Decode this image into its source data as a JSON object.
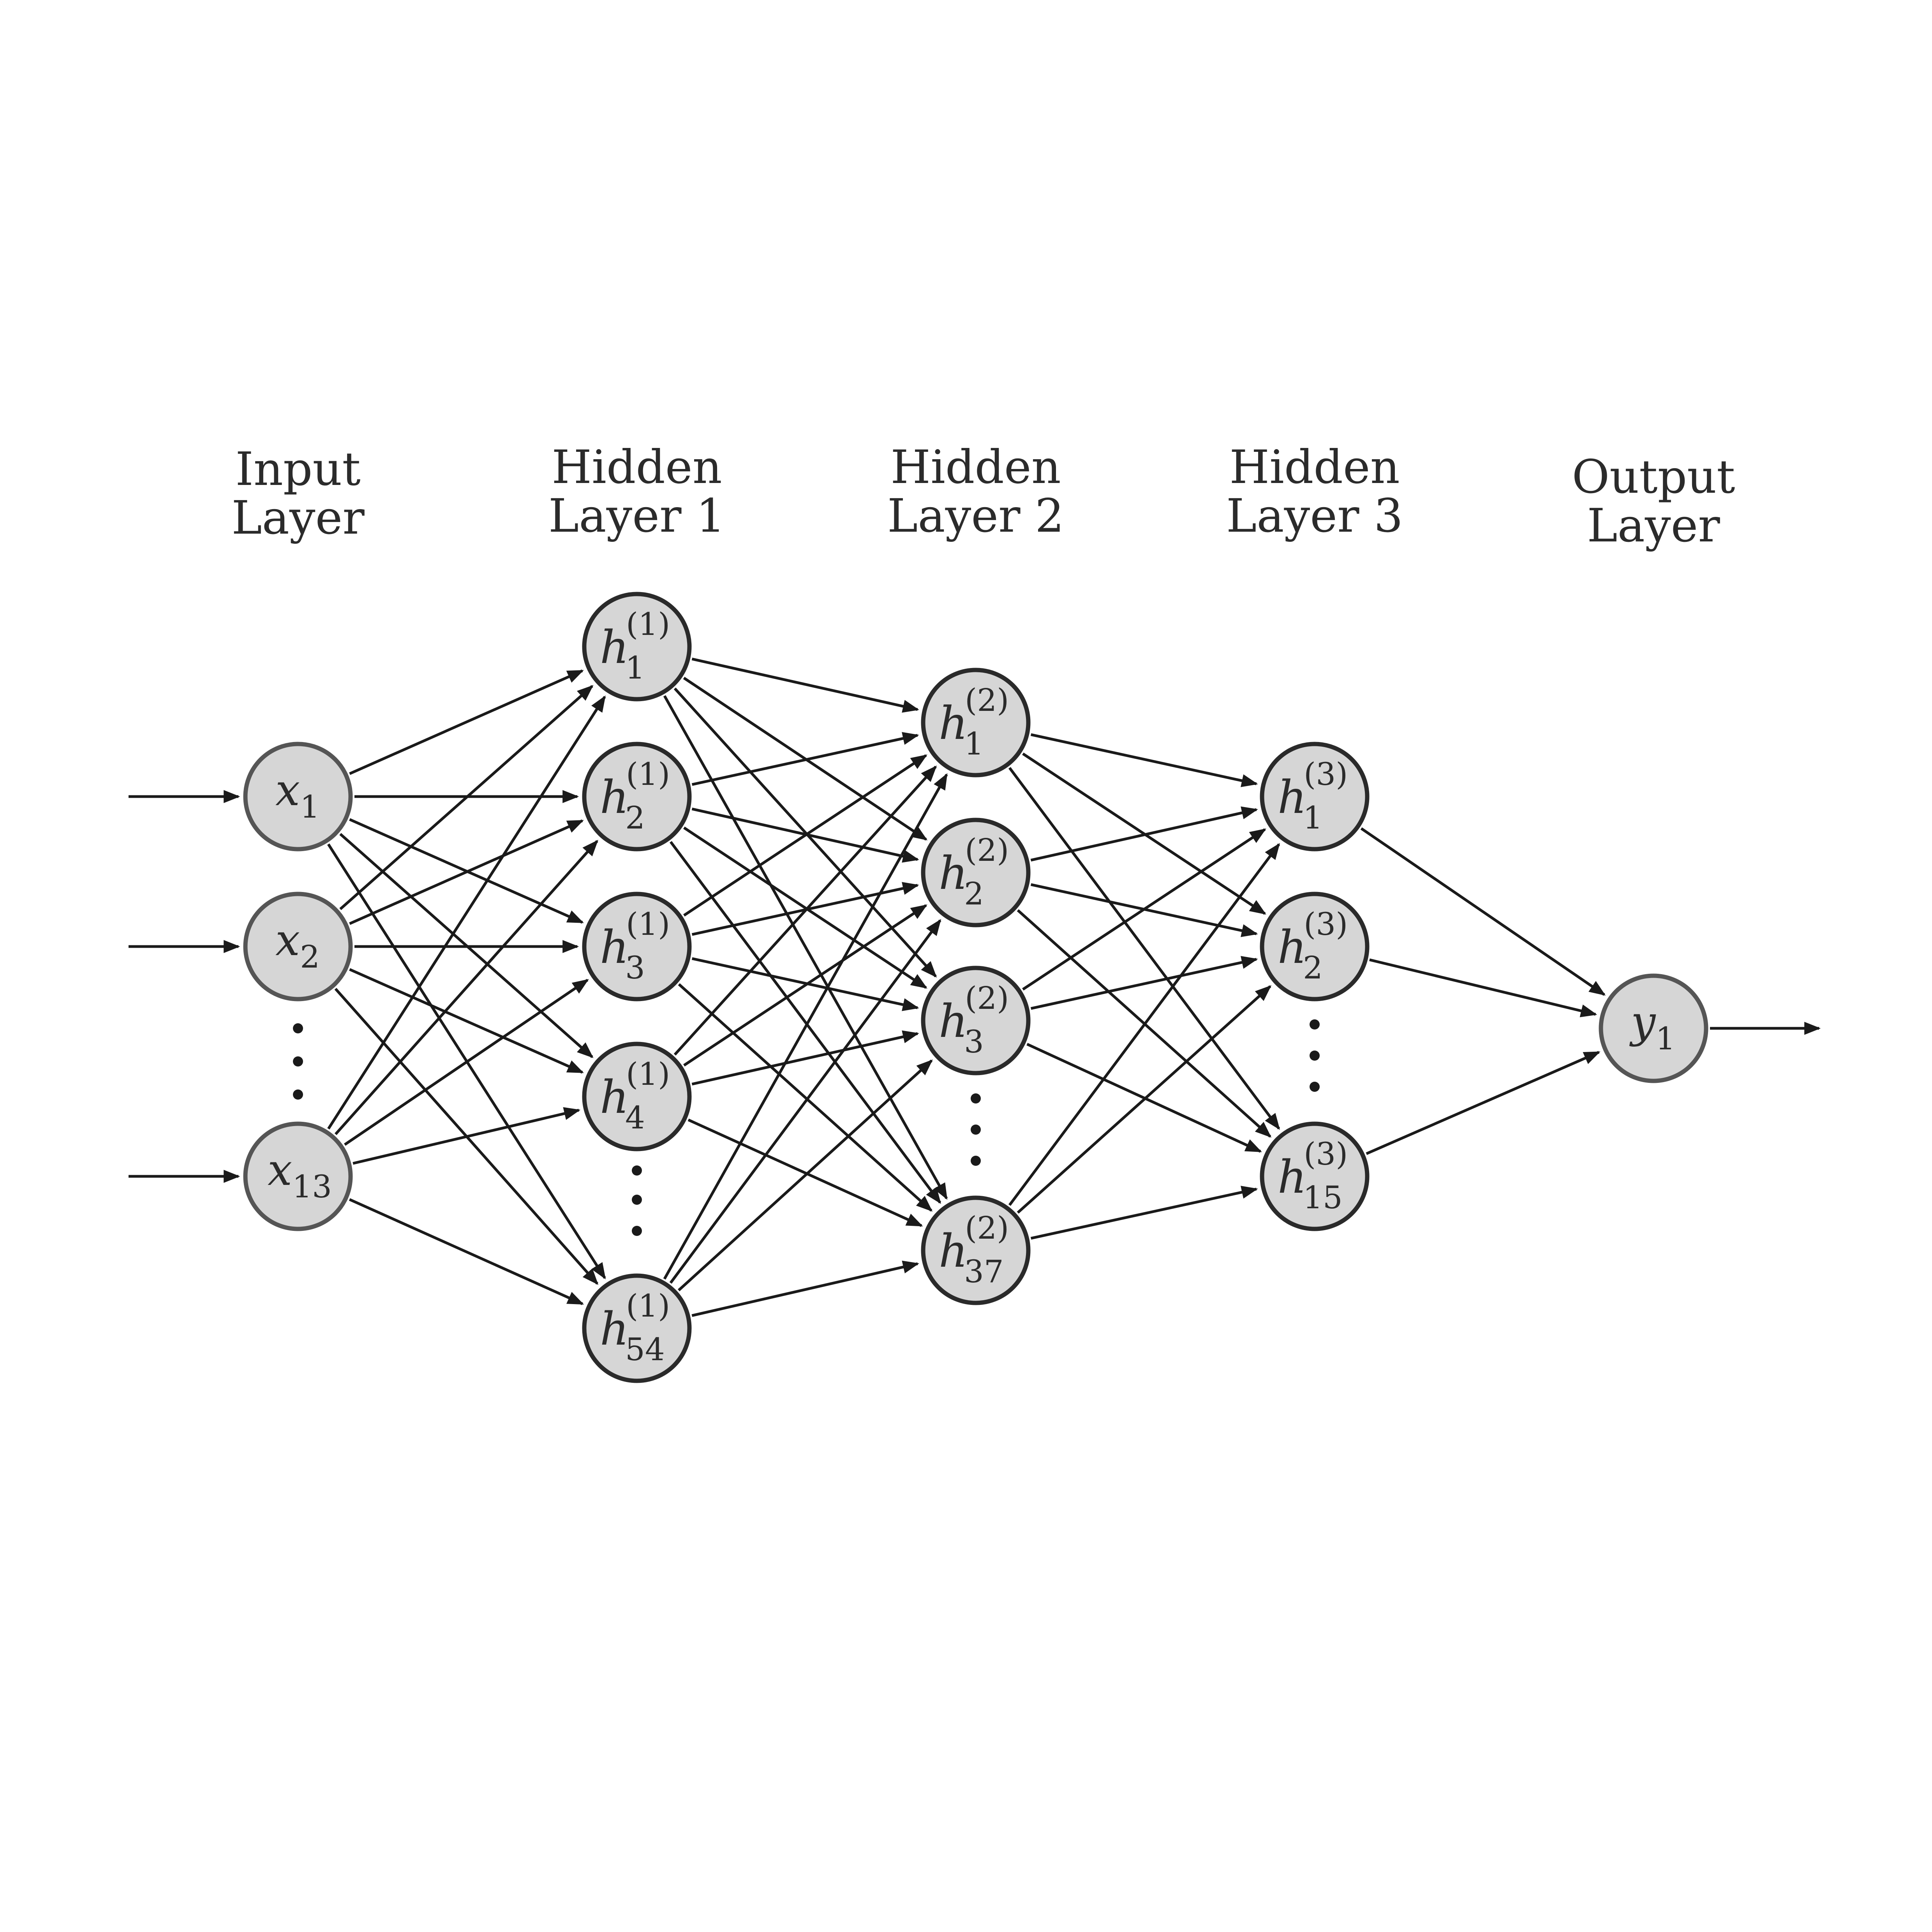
{
  "layers": [
    {
      "key": "input",
      "title": [
        "Input",
        "Layer"
      ],
      "style": "light",
      "nodes": [
        {
          "base": "x",
          "sub": "1",
          "sup": ""
        },
        {
          "base": "x",
          "sub": "2",
          "sup": ""
        },
        {
          "ellipsis": true
        },
        {
          "base": "x",
          "sub": "13",
          "sup": ""
        }
      ]
    },
    {
      "key": "hidden1",
      "title": [
        "Hidden",
        "Layer 1"
      ],
      "style": "dark",
      "nodes": [
        {
          "base": "h",
          "sub": "1",
          "sup": "(1)"
        },
        {
          "base": "h",
          "sub": "2",
          "sup": "(1)"
        },
        {
          "base": "h",
          "sub": "3",
          "sup": "(1)"
        },
        {
          "base": "h",
          "sub": "4",
          "sup": "(1)"
        },
        {
          "ellipsis": true
        },
        {
          "base": "h",
          "sub": "54",
          "sup": "(1)"
        }
      ]
    },
    {
      "key": "hidden2",
      "title": [
        "Hidden",
        "Layer 2"
      ],
      "style": "dark",
      "nodes": [
        {
          "base": "h",
          "sub": "1",
          "sup": "(2)"
        },
        {
          "base": "h",
          "sub": "2",
          "sup": "(2)"
        },
        {
          "base": "h",
          "sub": "3",
          "sup": "(2)"
        },
        {
          "ellipsis": true
        },
        {
          "base": "h",
          "sub": "37",
          "sup": "(2)"
        }
      ]
    },
    {
      "key": "hidden3",
      "title": [
        "Hidden",
        "Layer 3"
      ],
      "style": "dark",
      "nodes": [
        {
          "base": "h",
          "sub": "1",
          "sup": "(3)"
        },
        {
          "base": "h",
          "sub": "2",
          "sup": "(3)"
        },
        {
          "ellipsis": true
        },
        {
          "base": "h",
          "sub": "15",
          "sup": "(3)"
        }
      ]
    },
    {
      "key": "output",
      "title": [
        "Output",
        "Layer"
      ],
      "style": "light",
      "nodes": [
        {
          "base": "y",
          "sub": "1",
          "sup": ""
        }
      ]
    }
  ],
  "colors": {
    "node_fill": "#d6d6d6",
    "node_stroke": "#2a2a2a",
    "edge": "#1a1a1a",
    "text": "#2b2b2b"
  }
}
